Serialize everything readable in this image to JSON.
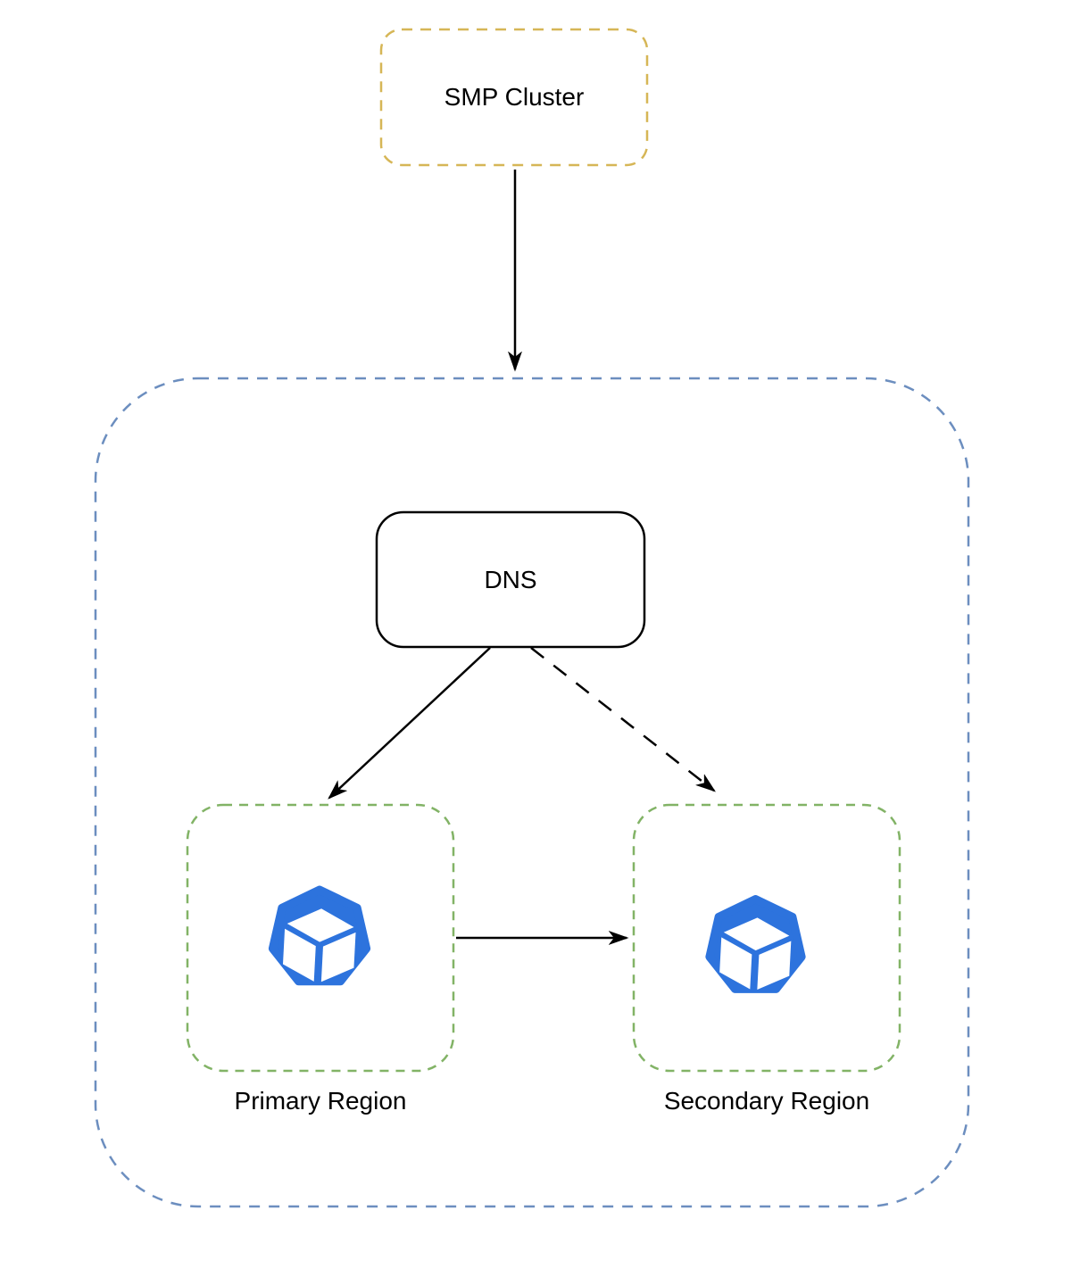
{
  "diagram": {
    "title": "SMP Cluster multi-region DNS routing diagram",
    "nodes": {
      "smp_cluster": {
        "label": "SMP Cluster",
        "shape": "dashed-rounded-rect"
      },
      "region_container": {
        "label": "",
        "shape": "dashed-rounded-container"
      },
      "dns": {
        "label": "DNS",
        "shape": "solid-rounded-rect"
      },
      "primary_region": {
        "label": "Primary Region",
        "shape": "dashed-rounded-rect",
        "icon": "cluster-heptagon-cube-icon"
      },
      "secondary_region": {
        "label": "Secondary Region",
        "shape": "dashed-rounded-rect",
        "icon": "cluster-heptagon-cube-icon"
      }
    },
    "edges": [
      {
        "from": "smp_cluster",
        "to": "region_container",
        "style": "solid",
        "arrowhead": "filled"
      },
      {
        "from": "dns",
        "to": "primary_region",
        "style": "solid",
        "arrowhead": "filled"
      },
      {
        "from": "dns",
        "to": "secondary_region",
        "style": "dashed",
        "arrowhead": "filled"
      },
      {
        "from": "primary_region",
        "to": "secondary_region",
        "style": "solid",
        "arrowhead": "filled"
      }
    ],
    "colors": {
      "smp_border": "#D6B656",
      "container_border": "#6C8EBF",
      "region_border": "#82B366",
      "dns_border": "#000000",
      "arrow": "#000000",
      "icon_blue": "#2D73DD",
      "icon_cube": "#FFFFFF",
      "background": "#FFFFFF",
      "text": "#000000"
    }
  }
}
